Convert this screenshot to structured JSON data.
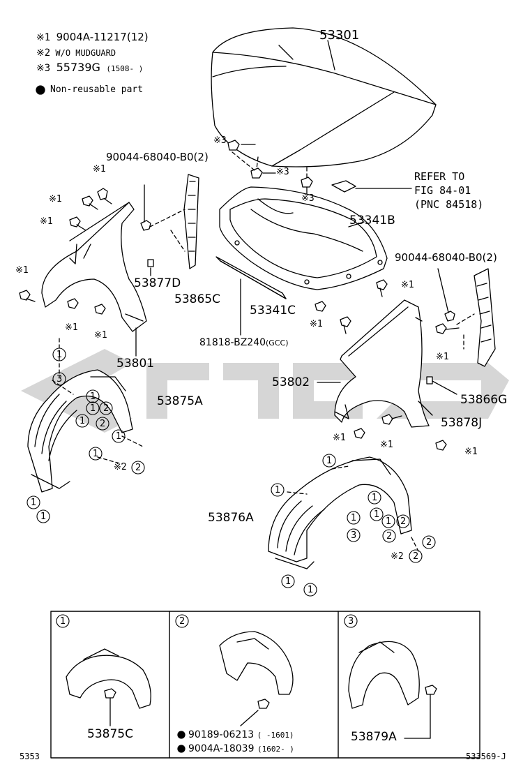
{
  "legend": {
    "items": [
      {
        "mark": "※1",
        "text": "9004A-11217(12)"
      },
      {
        "mark": "※2",
        "text": "W/O MUDGUARD"
      },
      {
        "mark": "※3",
        "text": "55739G",
        "note": "(1508-     )"
      }
    ],
    "non_reusable": "Non-reusable part"
  },
  "parts": {
    "hood": "53301",
    "hood_insulator": "53341B",
    "hood_seal": "53341C",
    "emblem": "81818-BZ240",
    "emblem_note": "(GCC)",
    "fender_left": "53801",
    "fender_right": "53802",
    "liner_left": "53875A",
    "liner_right": "53876A",
    "bracket_left": "53865C",
    "bracket_right": "53866G",
    "clip_left": "53877D",
    "clip_right": "53878J",
    "bolt_left": "90044-68040-B0(2)",
    "bolt_right": "90044-68040-B0(2)"
  },
  "refer": {
    "line1": "REFER TO",
    "line2": "FIG 84-01",
    "line3": "(PNC 84518)"
  },
  "marks": {
    "m1": "※1",
    "m2": "※2",
    "m3": "※3",
    "c1": "1",
    "c2": "2",
    "c3": "3"
  },
  "detail": {
    "box1": {
      "num": "1",
      "part": "53875C"
    },
    "box2": {
      "num": "2",
      "part1": "90189-06213",
      "note1": "(     -1601)",
      "part2": "9004A-18039",
      "note2": "(1602-     )"
    },
    "box3": {
      "num": "3",
      "part": "53879A"
    }
  },
  "footer": {
    "left": "5353",
    "right": "533569-J"
  }
}
